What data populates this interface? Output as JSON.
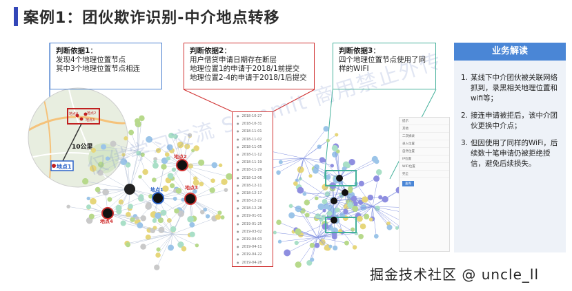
{
  "header": {
    "title": "案例1：团伙欺诈识别-中介地点转移"
  },
  "criteria": [
    {
      "label": "判断依据1",
      "lines": [
        "发现4个地理位置节点",
        "其中3个地理位置节点相连"
      ]
    },
    {
      "label": "判断依据2",
      "lines": [
        "用户借贷申请日期存在断层",
        "地理位置1的申请于2018/1前提交",
        "地理位置2-4的申请于2018/1后提交"
      ]
    },
    {
      "label": "判断依据3",
      "lines": [
        "四个地理位置节点使用了同",
        "样的WIFI"
      ]
    }
  ],
  "panel": {
    "title": "业务解读",
    "items": [
      "某线下中介团伙被关联网络抓到，录黑相关地理位置和wifi等；",
      "接连申请被拒后，该中介团伙更换中介点；",
      "但因使用了同样的WiFi，后续数十笔申请仍被拒绝授信，避免后续损失。"
    ]
  },
  "map": {
    "distance_label": "10公里",
    "site_label": "地点1",
    "site_labels_small": [
      "地点4",
      "地点2",
      "地点3"
    ]
  },
  "graph": {
    "node_labels": [
      "地点2",
      "地点3",
      "地点4",
      "地点1"
    ]
  },
  "dates": [
    "2018-10-27",
    "2018-10-31",
    "2018-11-01",
    "2018-11-02",
    "2018-11-05",
    "2018-11-12",
    "2018-11-19",
    "2018-11-29",
    "2018-12-06",
    "2018-12-11",
    "2018-12-17",
    "2018-12-22",
    "2018-12-28",
    "2019-01-01",
    "2019-01-25",
    "2019-03-02",
    "2019-04-03",
    "2019-04-11",
    "2019-04-22",
    "2019-04-28"
  ],
  "form": {
    "rows": [
      "提示",
      "其他",
      "二次摘录",
      "录入位置",
      "自然位置",
      "IP位置",
      "WIFI位置",
      "完全"
    ],
    "button": "查询"
  },
  "watermark": "仅供学习交流 Summit 商用禁止外传",
  "footer": "掘金技术社区 @ uncle_ll"
}
